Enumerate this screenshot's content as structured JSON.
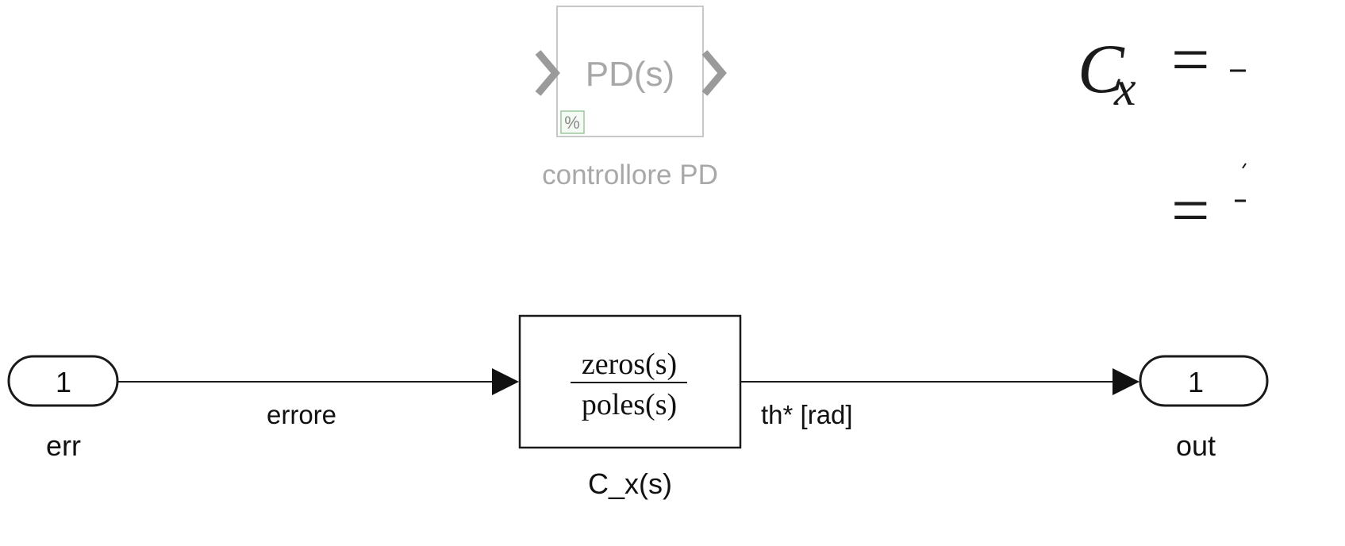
{
  "diagram": {
    "pd_block": {
      "label": "PD(s)",
      "badge": "%",
      "caption": "controllore PD"
    },
    "equation": {
      "lhs": "C",
      "subscript": "x",
      "eq1": "=",
      "eq2": "="
    },
    "inport": {
      "number": "1",
      "name": "err"
    },
    "signal_in": {
      "label": "errore"
    },
    "tf_block": {
      "numerator": "zeros(s)",
      "denominator": "poles(s)",
      "caption": "C_x(s)"
    },
    "signal_out": {
      "label": "th* [rad]"
    },
    "outport": {
      "number": "1",
      "name": "out"
    }
  }
}
